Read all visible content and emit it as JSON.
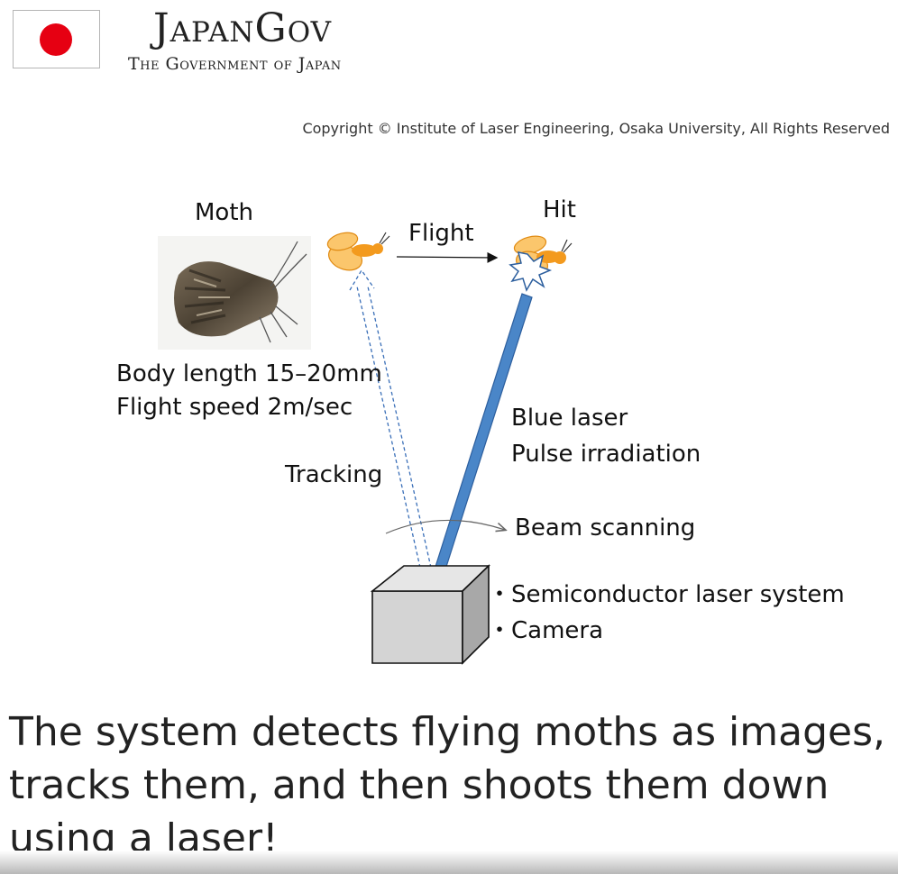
{
  "header": {
    "brand": "JapanGov",
    "subtitle": "The Government of Japan"
  },
  "copyright": "Copyright © Institute of Laser Engineering, Osaka University, All Rights Reserved",
  "diagram": {
    "moth_label": "Moth",
    "hit_label": "Hit",
    "flight_label": "Flight",
    "body_length": "Body length 15–20mm",
    "flight_speed": "Flight speed 2m/sec",
    "tracking_label": "Tracking",
    "blue_laser": "Blue laser",
    "pulse_irradiation": "Pulse irradiation",
    "beam_scanning": "Beam scanning",
    "semiconductor": "・Semiconductor laser system",
    "camera": "・Camera",
    "colors": {
      "laser": "#4a86c8",
      "moth_body": "#f39a1e",
      "moth_wing": "#fbc66c",
      "box": "#d4d4d4"
    }
  },
  "caption": "The system detects flying moths as images, tracks them, and then shoots them down using a laser!"
}
